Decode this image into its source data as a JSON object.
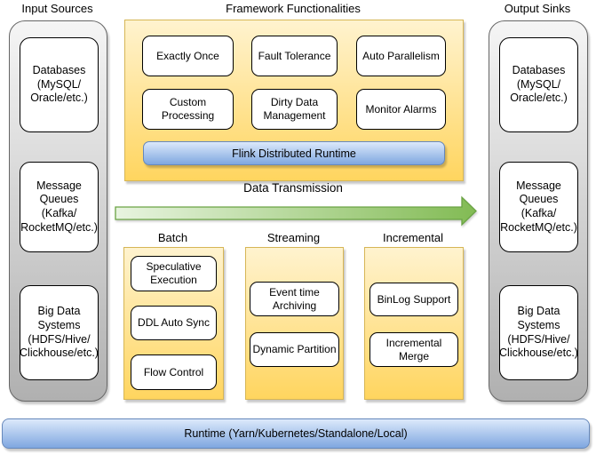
{
  "colors": {
    "panel_gray_top": "#f5f5f5",
    "panel_gray_bottom": "#b0b0b0",
    "panel_gray_border": "#666666",
    "panel_yellow_top": "#fff3cf",
    "panel_yellow_bottom": "#ffd55f",
    "panel_yellow_border": "#d6b656",
    "bar_blue_top": "#dce9fb",
    "bar_blue_bottom": "#7fa7e0",
    "bar_blue_border": "#6688bb",
    "arrow_green_start": "#e8f4e0",
    "arrow_green_end": "#82bb54",
    "arrow_green_border": "#6aa343",
    "node_border": "#000000"
  },
  "input_sources": {
    "title": "Input Sources",
    "items": [
      "Databases\n(MySQL/\nOracle/etc.)",
      "Message\nQueues\n(Kafka/\nRocketMQ/etc.)",
      "Big Data\nSystems\n(HDFS/Hive/\nClickhouse/etc.)"
    ]
  },
  "framework": {
    "title": "Framework Functionalities",
    "features": [
      "Exactly Once",
      "Fault Tolerance",
      "Auto Parallelism",
      "Custom\nProcessing",
      "Dirty Data\nManagement",
      "Monitor Alarms"
    ],
    "runtime_bar_label": "Flink Distributed Runtime"
  },
  "transmission": {
    "label": "Data Transmission"
  },
  "modes": [
    {
      "title": "Batch",
      "items": [
        "Speculative\nExecution",
        "DDL Auto Sync",
        "Flow Control"
      ]
    },
    {
      "title": "Streaming",
      "items": [
        "Event time\nArchiving",
        "Dynamic Partition"
      ]
    },
    {
      "title": "Incremental",
      "items": [
        "BinLog Support",
        "Incremental\nMerge"
      ]
    }
  ],
  "output_sinks": {
    "title": "Output Sinks",
    "items": [
      "Databases\n(MySQL/\nOracle/etc.)",
      "Message\nQueues\n(Kafka/\nRocketMQ/etc.)",
      "Big Data\nSystems\n(HDFS/Hive/\nClickhouse/etc.)"
    ]
  },
  "bottom_runtime": {
    "label": "Runtime (Yarn/Kubernetes/Standalone/Local)"
  }
}
